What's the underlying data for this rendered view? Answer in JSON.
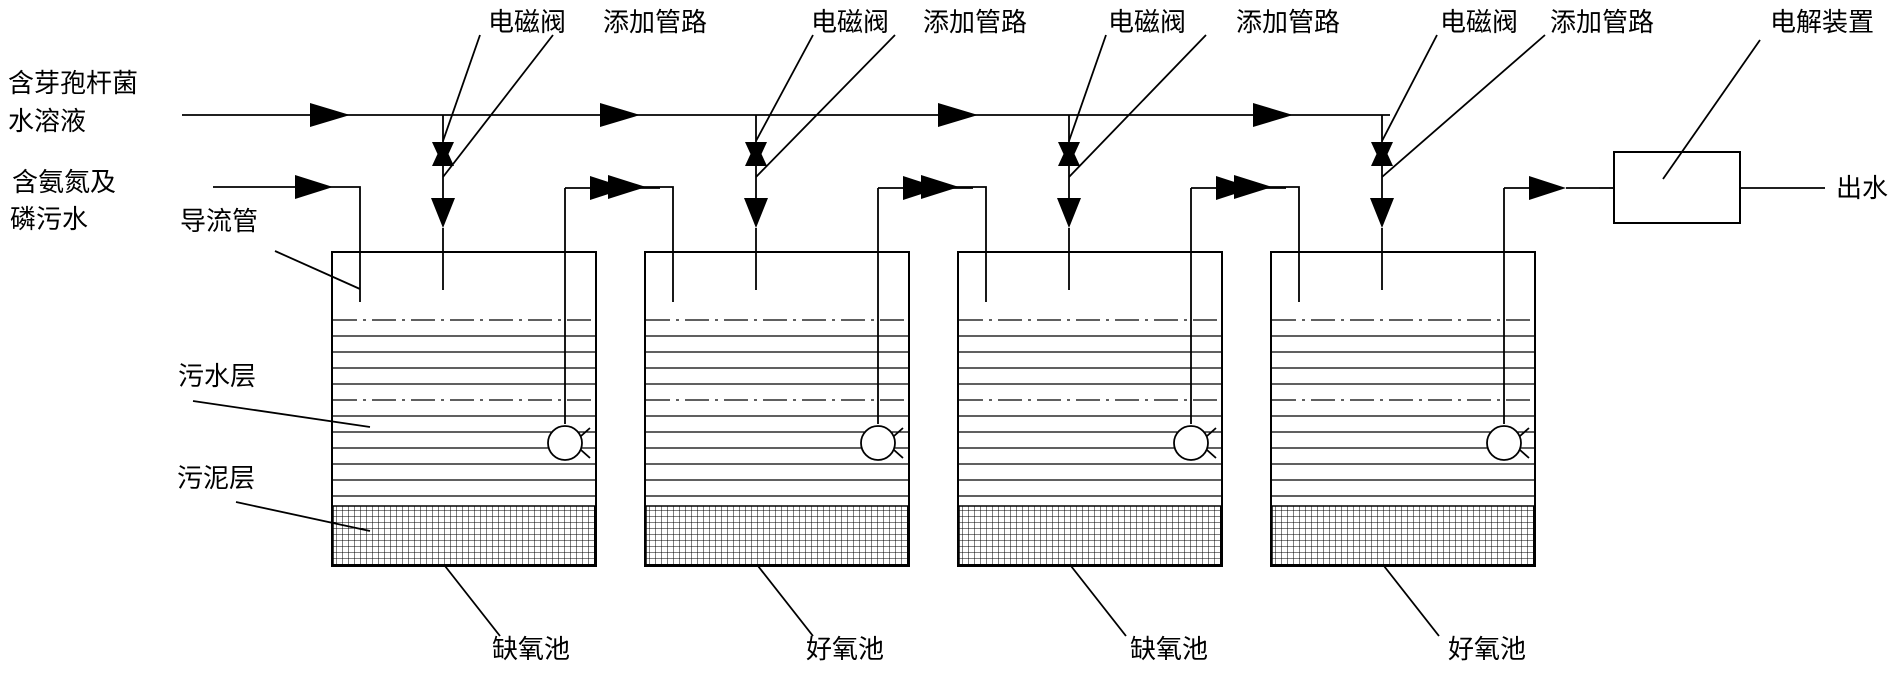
{
  "labels": {
    "inlet_bacillus_line1": "含芽孢杆菌",
    "inlet_bacillus_line2": "水溶液",
    "inlet_sewage_line1": "含氨氮及",
    "inlet_sewage_line2": "磷污水",
    "guide_tube": "导流管",
    "sewage_layer": "污水层",
    "sludge_layer": "污泥层",
    "solenoid_valve": "电磁阀",
    "dosing_line": "添加管路",
    "electrolysis_device": "电解装置",
    "outlet": "出水"
  },
  "tanks": [
    {
      "name": "缺氧池"
    },
    {
      "name": "好氧池"
    },
    {
      "name": "缺氧池"
    },
    {
      "name": "好氧池"
    }
  ]
}
